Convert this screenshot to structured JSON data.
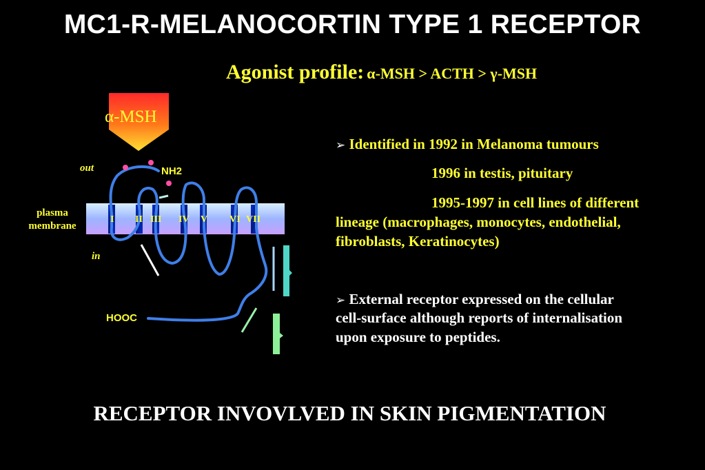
{
  "title": "MC1-R-MELANOCORTIN TYPE 1 RECEPTOR",
  "agonist": {
    "lead": "Agonist profile:",
    "alpha": "α",
    "part1": "-MSH > ACTH > ",
    "gamma": "γ",
    "part2": "-MSH"
  },
  "diagram": {
    "ligand_label": "α-MSH",
    "out_label": "out",
    "in_label": "in",
    "membrane_label_line1": "plasma",
    "membrane_label_line2": "membrane",
    "nh2_label": "NH2",
    "hooc_label": "HOOC",
    "helices": [
      "I",
      "II",
      "III",
      "IV",
      "V",
      "VI",
      "VII"
    ],
    "colors": {
      "membrane": "#b4a8ff",
      "helix": "#0a2fd0",
      "chain": "#3f7fe8",
      "ligand_arrow_top": "#ff2a2a",
      "ligand_arrow_bottom": "#ffe033",
      "dot": "#ff4fa3"
    }
  },
  "bullets": {
    "b1_arrow": "➢",
    "b1_line1": "Identified in 1992 in Melanoma tumours",
    "b1_line2": "1996 in testis, pituitary",
    "b1_line3": "1995-1997 in cell lines of different",
    "b1_line4": "lineage (macrophages, monocytes, endothelial,",
    "b1_line5": "fibroblasts, Keratinocytes)",
    "b2_arrow": "➢",
    "b2_line1": "External receptor expressed on the cellular",
    "b2_line2": "cell-surface although reports of internalisation",
    "b2_line3": "upon exposure to peptides."
  },
  "footer": "RECEPTOR INVOVLVED IN SKIN PIGMENTATION"
}
